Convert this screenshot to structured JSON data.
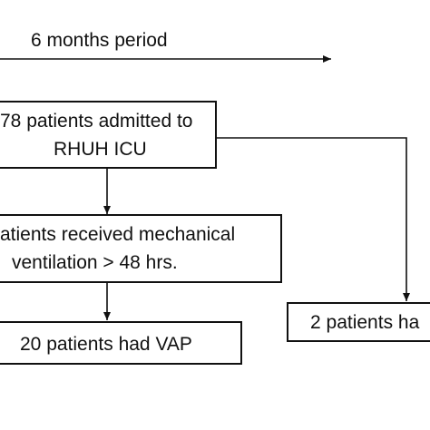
{
  "timeline": {
    "label": "6 months period"
  },
  "nodes": {
    "admitted": {
      "line1": "78 patients admitted to",
      "line2": "RHUH ICU"
    },
    "ventilated": {
      "line1": "atients received mechanical",
      "line2": "ventilation > 48 hrs."
    },
    "vap": {
      "line1": "20 patients had VAP"
    },
    "other": {
      "line1": "2 patients ha"
    }
  }
}
